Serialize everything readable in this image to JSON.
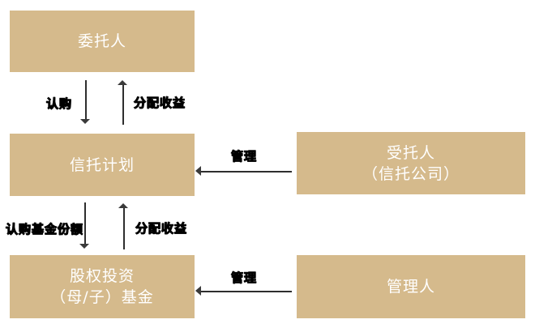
{
  "diagram": {
    "boxes": {
      "principal": {
        "label": "委托人"
      },
      "trust_plan": {
        "label": "信托计划"
      },
      "trustee": {
        "line1": "受托人",
        "line2": "（信托公司）"
      },
      "fund": {
        "line1": "股权投资",
        "line2": "（母/子）基金"
      },
      "manager": {
        "label": "管理人"
      }
    },
    "edge_labels": {
      "subscribe": "认购",
      "distribute_top": "分配收益",
      "manage_top": "管理",
      "subscribe_fund_shares": "认购基金份额",
      "distribute_bottom": "分配收益",
      "manage_bottom": "管理"
    },
    "colors": {
      "box_fill": "#d5ba8c",
      "box_text": "#ffffff",
      "connector": "#2e2e2e",
      "arrowhead": "#3a3a3a",
      "edge_label_text": "#000000",
      "background": "#ffffff"
    }
  }
}
